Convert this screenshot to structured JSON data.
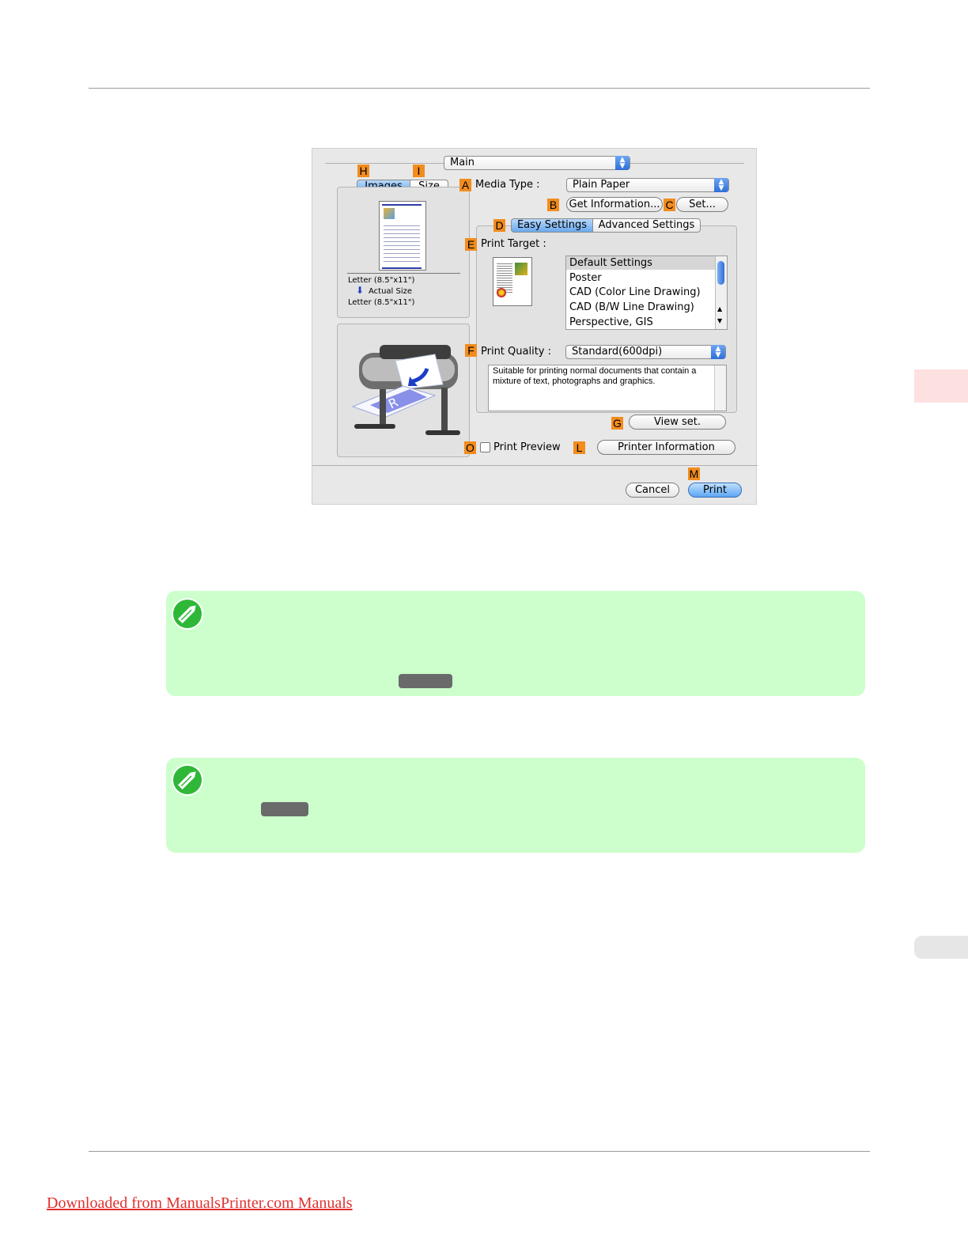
{
  "dialog": {
    "panel_select": "Main",
    "callouts": {
      "a": "A",
      "b": "B",
      "c": "C",
      "d": "D",
      "e": "E",
      "f": "F",
      "g": "G",
      "h": "H",
      "i": "I",
      "l": "L",
      "m": "M",
      "o": "O"
    },
    "preview_tabs": [
      {
        "label": "Images"
      },
      {
        "label": "Size"
      }
    ],
    "size_info": {
      "original": "Letter (8.5\"x11\")",
      "scaling": "Actual Size",
      "output": "Letter (8.5\"x11\")"
    },
    "media_type_label": "Media Type :",
    "media_type_value": "Plain Paper",
    "get_information_label": "Get Information...",
    "set_label": "Set...",
    "settings_tabs": [
      {
        "label": "Easy Settings"
      },
      {
        "label": "Advanced Settings"
      }
    ],
    "print_target_label": "Print Target :",
    "print_target_items": [
      "Default Settings",
      "Poster",
      "CAD (Color Line Drawing)",
      "CAD (B/W Line Drawing)",
      "Perspective, GIS"
    ],
    "print_quality_label": "Print Quality :",
    "print_quality_value": "Standard(600dpi)",
    "quality_description": "Suitable for printing normal documents that contain a mixture of text, photographs and graphics.",
    "view_set_label": "View set.",
    "print_preview_label": "Print Preview",
    "printer_information_label": "Printer Information",
    "cancel_label": "Cancel",
    "print_label": "Print"
  },
  "footer": {
    "link_text": "Downloaded from ManualsPrinter.com Manuals"
  },
  "colors": {
    "callout": "#f28c1e",
    "note_background": "#ccffcc",
    "link": "#e03030",
    "side_tab": "#fde1e1"
  }
}
